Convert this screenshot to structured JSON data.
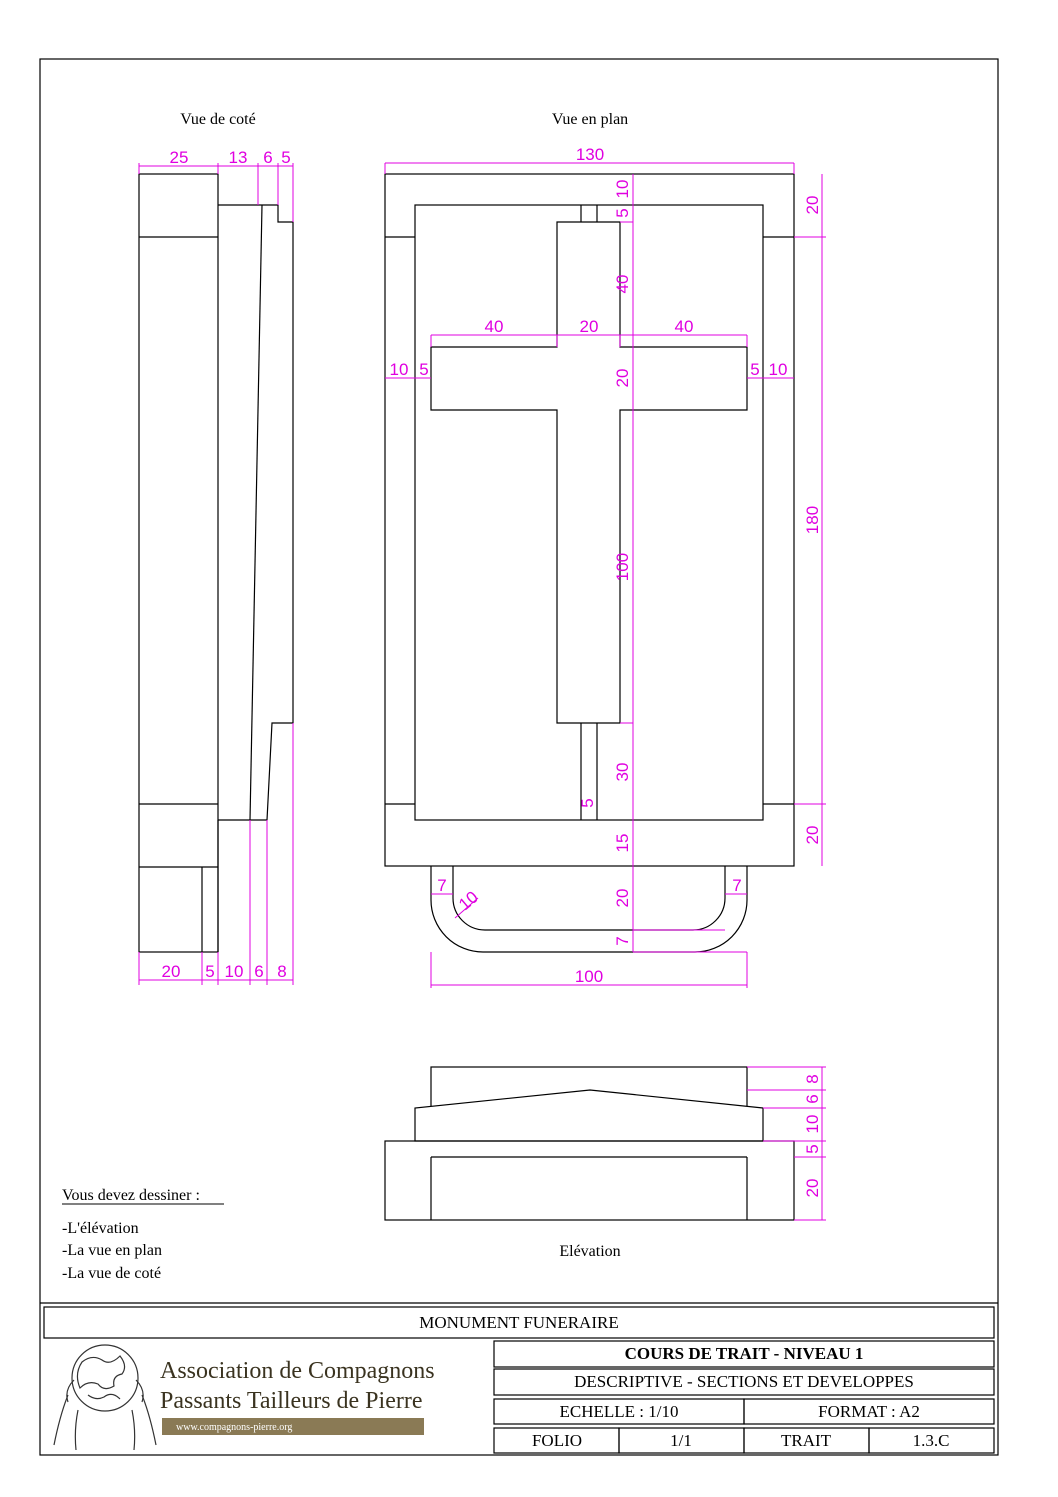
{
  "views": {
    "side_title": "Vue de coté",
    "plan_title": "Vue en plan",
    "elevation_title": "Elévation"
  },
  "dims": {
    "side_top": [
      "25",
      "13",
      "6",
      "5"
    ],
    "side_bottom": [
      "20",
      "5",
      "10",
      "6",
      "8"
    ],
    "plan_width": "130",
    "plan_right": [
      "20",
      "180",
      "20"
    ],
    "plan_center": [
      "10",
      "5",
      "40",
      "20",
      "100",
      "30",
      "15",
      "20",
      "7"
    ],
    "cross_arms": [
      "40",
      "20",
      "40"
    ],
    "plan_left": [
      "10",
      "5"
    ],
    "plan_right_small": [
      "5",
      "10"
    ],
    "cross_base": "5",
    "base_small": [
      "7",
      "10",
      "7"
    ],
    "base_width": "100",
    "elevation_right": [
      "8",
      "6",
      "10",
      "5",
      "20"
    ]
  },
  "instructions": {
    "heading": "Vous devez dessiner :",
    "items": [
      "-L'élévation",
      "-La vue en plan",
      "-La vue de coté"
    ]
  },
  "title_block": {
    "title": "MONUMENT FUNERAIRE",
    "course": "COURS DE TRAIT - NIVEAU 1",
    "subject": "DESCRIPTIVE - SECTIONS ET DEVELOPPES",
    "scale": "ECHELLE : 1/10",
    "format": "FORMAT : A2",
    "folio_label": "FOLIO",
    "folio_value": "1/1",
    "trait_label": "TRAIT",
    "trait_value": "1.3.C"
  },
  "logo": {
    "line1": "Association de Compagnons",
    "line2": "Passants Tailleurs de Pierre",
    "url": "www.compagnons-pierre.org"
  },
  "colors": {
    "dimension": "#e000e0",
    "line": "#000000",
    "logo_band": "#8a7a55"
  }
}
